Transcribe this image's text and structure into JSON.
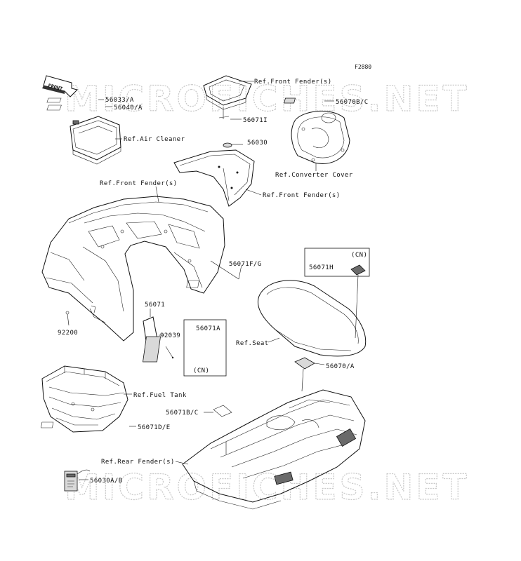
{
  "figure_code": "F2880",
  "watermark": "MICROFICHES.NET",
  "front_arrow_label": "FRONT",
  "labels": {
    "p56033": "56033/A",
    "p56040": "56040/A",
    "ref_front_fender_top": "Ref.Front Fender(s)",
    "p56071i": "56071I",
    "p56070bc": "56070B/C",
    "ref_air_cleaner": "Ref.Air Cleaner",
    "p56030": "56030",
    "ref_converter_cover": "Ref.Converter Cover",
    "ref_front_fender_mid": "Ref.Front Fender(s)",
    "ref_front_fender_left": "Ref.Front Fender(s)",
    "p56071fg": "56071F/G",
    "cn_1": "(CN)",
    "p56071h": "56071H",
    "p56071": "56071",
    "p92200": "92200",
    "p92039": "92039",
    "p56071a": "56071A",
    "cn_2": "(CN)",
    "ref_seat": "Ref.Seat",
    "p56070a": "56070/A",
    "ref_fuel_tank": "Ref.Fuel Tank",
    "p56071bc": "56071B/C",
    "p56071de": "56071D/E",
    "ref_rear_fender": "Ref.Rear Fender(s)",
    "p56030ab": "56030A/B"
  }
}
